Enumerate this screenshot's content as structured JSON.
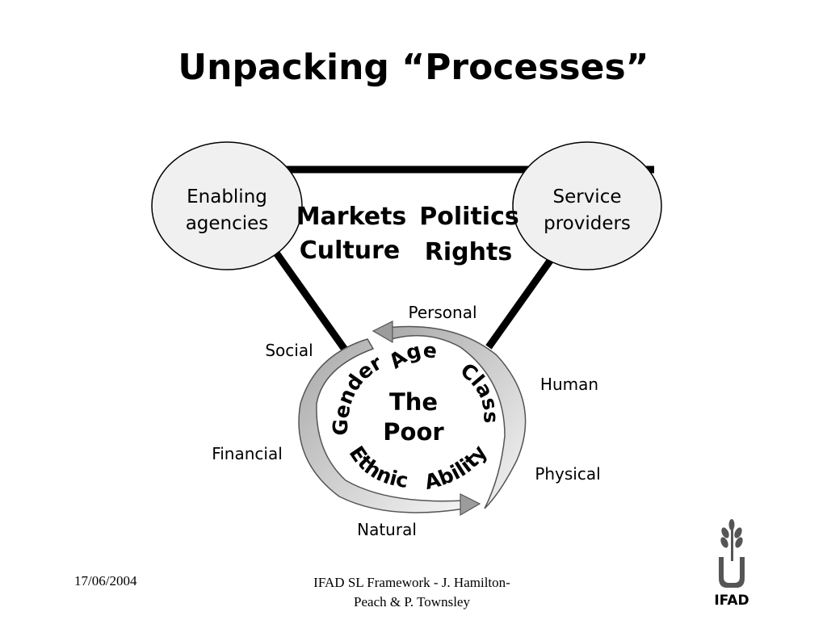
{
  "slide": {
    "title": "Unpacking “Processes”"
  },
  "nodes": {
    "enabling": [
      "Enabling",
      "agencies"
    ],
    "service": [
      "Service",
      "providers"
    ]
  },
  "context_words": {
    "col1": [
      "Markets",
      "Culture"
    ],
    "col2": [
      "Politics",
      "Rights"
    ]
  },
  "capitals": {
    "personal": "Personal",
    "social": "Social",
    "human": "Human",
    "financial": "Financial",
    "physical": "Physical",
    "natural": "Natural"
  },
  "identity": {
    "age": "Age",
    "gender": "Gender",
    "class": "Class",
    "ethnic": "Ethnic",
    "ability": "Ability"
  },
  "center": [
    "The",
    "Poor"
  ],
  "footer": {
    "date": "17/06/2004",
    "credit_line1": "IFAD SL Framework - J. Hamilton-",
    "credit_line2": "Peach &  P. Townsley"
  },
  "logo": {
    "text": "IFAD"
  },
  "colors": {
    "circle_fill": "#f0f0f0",
    "arrow_fill": "#d6d6d6",
    "line": "#000000"
  }
}
